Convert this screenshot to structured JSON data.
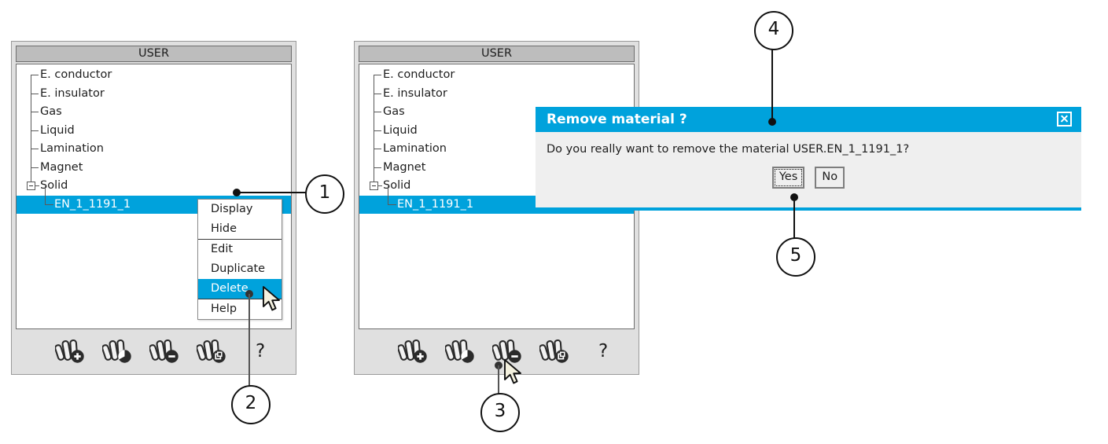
{
  "panels": [
    {
      "id": "panel-left",
      "title": "USER",
      "tree": [
        {
          "label": "E. conductor",
          "level": 1,
          "selected": false
        },
        {
          "label": "E. insulator",
          "level": 1,
          "selected": false
        },
        {
          "label": "Gas",
          "level": 1,
          "selected": false
        },
        {
          "label": "Liquid",
          "level": 1,
          "selected": false
        },
        {
          "label": "Lamination",
          "level": 1,
          "selected": false
        },
        {
          "label": "Magnet",
          "level": 1,
          "selected": false
        },
        {
          "label": "Solid",
          "level": 1,
          "selected": false,
          "expandable": true
        },
        {
          "label": "EN_1_1191_1",
          "level": 2,
          "selected": true
        }
      ],
      "toolbar": {
        "buttons": [
          {
            "name": "add-material-button",
            "icon": "material-add-icon"
          },
          {
            "name": "edit-material-button",
            "icon": "material-edit-icon"
          },
          {
            "name": "delete-material-button",
            "icon": "material-delete-icon"
          },
          {
            "name": "duplicate-material-button",
            "icon": "material-duplicate-icon"
          }
        ],
        "help_label": "?"
      }
    },
    {
      "id": "panel-right",
      "title": "USER",
      "tree": [
        {
          "label": "E. conductor",
          "level": 1,
          "selected": false
        },
        {
          "label": "E. insulator",
          "level": 1,
          "selected": false
        },
        {
          "label": "Gas",
          "level": 1,
          "selected": false
        },
        {
          "label": "Liquid",
          "level": 1,
          "selected": false
        },
        {
          "label": "Lamination",
          "level": 1,
          "selected": false
        },
        {
          "label": "Magnet",
          "level": 1,
          "selected": false
        },
        {
          "label": "Solid",
          "level": 1,
          "selected": false,
          "expandable": true
        },
        {
          "label": "EN_1_1191_1",
          "level": 2,
          "selected": true
        }
      ],
      "toolbar": {
        "buttons": [
          {
            "name": "add-material-button",
            "icon": "material-add-icon"
          },
          {
            "name": "edit-material-button",
            "icon": "material-edit-icon"
          },
          {
            "name": "delete-material-button",
            "icon": "material-delete-icon"
          },
          {
            "name": "duplicate-material-button",
            "icon": "material-duplicate-icon"
          }
        ],
        "help_label": "?"
      }
    }
  ],
  "context_menu": {
    "items": [
      {
        "label": "Display",
        "active": false,
        "separator_after": false
      },
      {
        "label": "Hide",
        "active": false,
        "separator_after": true
      },
      {
        "label": "Edit",
        "active": false,
        "separator_after": false
      },
      {
        "label": "Duplicate",
        "active": false,
        "separator_after": false
      },
      {
        "label": "Delete",
        "active": true,
        "separator_after": true
      },
      {
        "label": "Help",
        "active": false,
        "separator_after": false
      }
    ]
  },
  "dialog": {
    "title": "Remove material ?",
    "message": "Do you really want to remove the material USER.EN_1_1191_1?",
    "buttons": [
      {
        "label": "Yes",
        "focused": true
      },
      {
        "label": "No",
        "focused": false
      }
    ],
    "close_icon": "close-icon"
  },
  "callouts": [
    {
      "number": "1"
    },
    {
      "number": "2"
    },
    {
      "number": "3"
    },
    {
      "number": "4"
    },
    {
      "number": "5"
    }
  ],
  "colors": {
    "accent_blue": "#00a2dc",
    "panel_bg": "#e0e0e0",
    "header_bg": "#bdbdbb",
    "dialog_bg": "#efefef",
    "text": "#1d1d1d"
  }
}
